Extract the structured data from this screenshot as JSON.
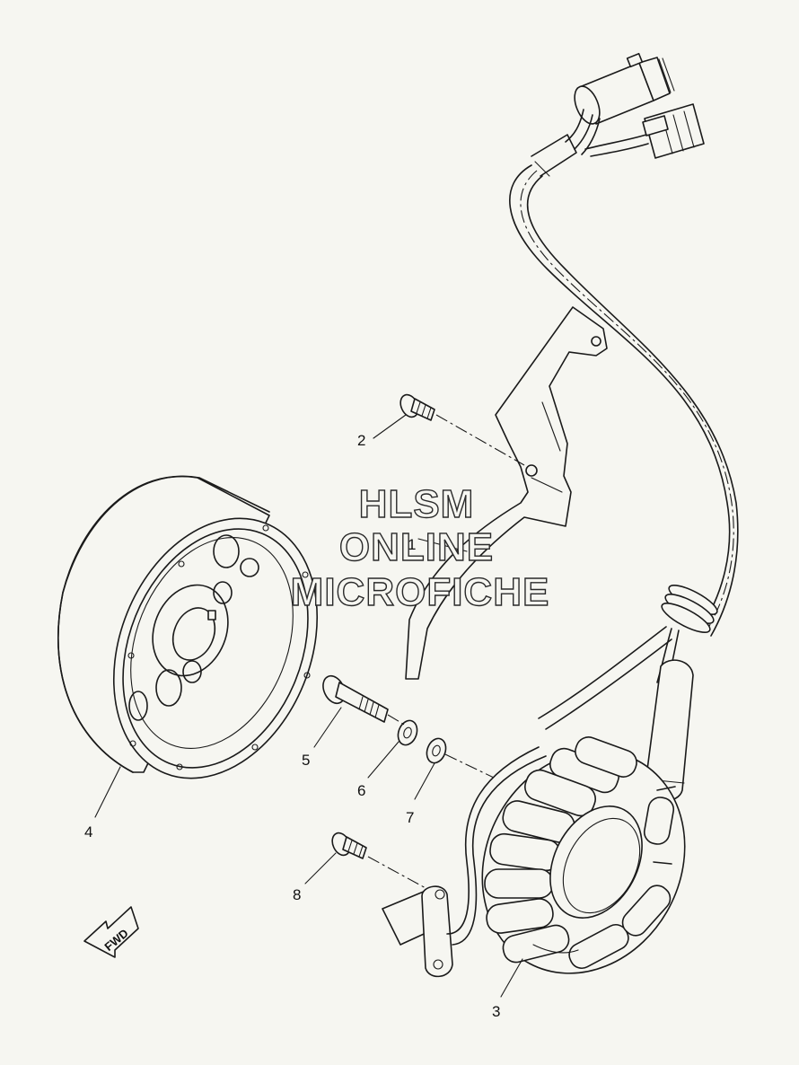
{
  "watermark": {
    "line1": "HLSM",
    "line2": "ONLINE",
    "line3": "MICROFICHE"
  },
  "direction_label": "FWD",
  "callouts": {
    "c1": "1",
    "c2": "2",
    "c3": "3",
    "c4": "4",
    "c5": "5",
    "c6": "6",
    "c7": "7",
    "c8": "8"
  },
  "colors": {
    "background": "#f6f6f1",
    "line": "#1a1a1a"
  }
}
